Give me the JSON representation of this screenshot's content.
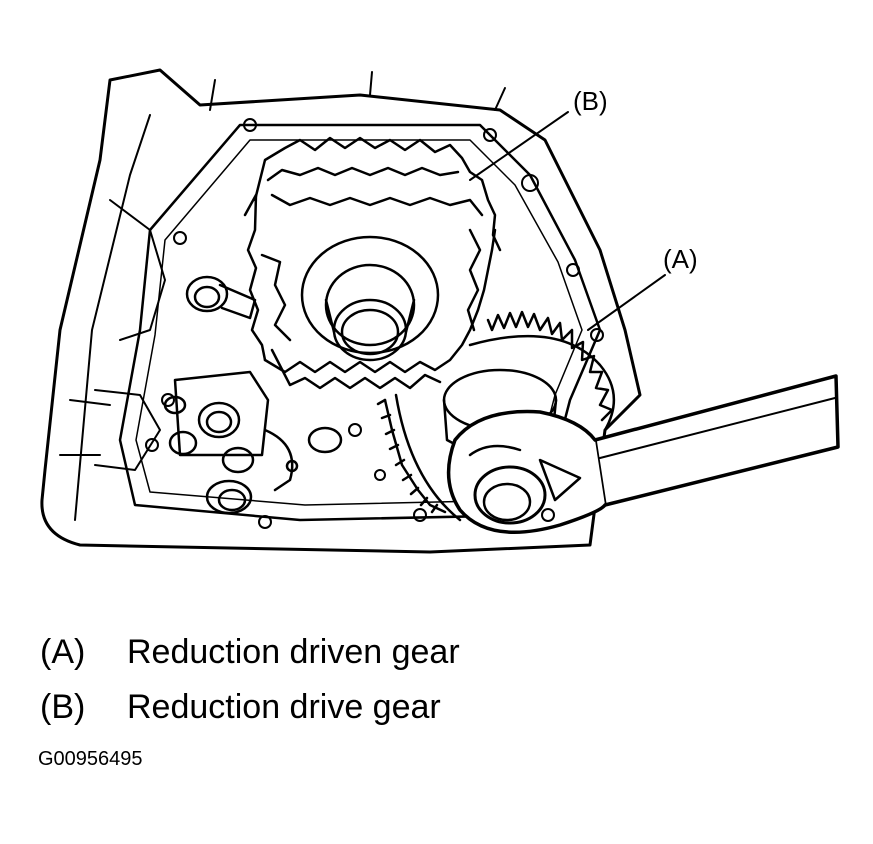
{
  "callouts": {
    "a": "(A)",
    "b": "(B)"
  },
  "legend": [
    {
      "key": "(A)",
      "label": "Reduction driven gear"
    },
    {
      "key": "(B)",
      "label": "Reduction drive gear"
    }
  ],
  "figure_id": "G00956495",
  "icons": [
    "transmission-case-illustration",
    "wrench-icon"
  ]
}
